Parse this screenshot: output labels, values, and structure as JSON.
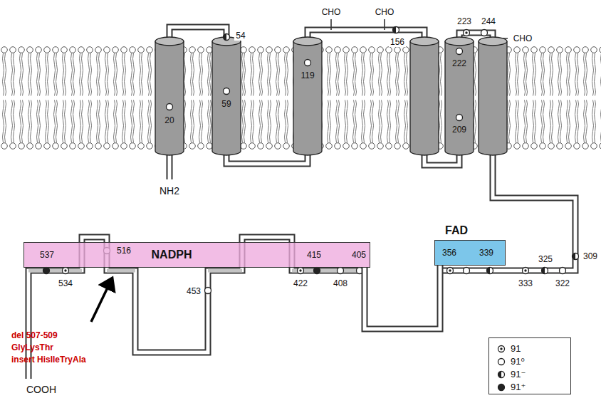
{
  "diagram": {
    "nodes": [
      {
        "text": [
          "NADPH",
          "537",
          "516",
          "415",
          "405"
        ]
      },
      {
        "text": [
          "FAD",
          "356",
          "339"
        ]
      }
    ],
    "edges": [
      {
        "from": 1,
        "to": 0,
        "arrow": "none"
      }
    ],
    "labels": [
      "CHO",
      "CHO",
      "54",
      "156",
      "119",
      "59",
      "20",
      "NH2",
      "223",
      "244",
      "CHO",
      "222",
      "209",
      "309",
      "325",
      "333",
      "322",
      "534",
      "422",
      "408",
      "453",
      "del 507-509",
      "GlyLysThr",
      "insert HisIleTryAla",
      "COOH"
    ],
    "legend": [
      {
        "text": "91"
      },
      {
        "text": "91⁰"
      },
      {
        "text": "91⁻"
      },
      {
        "text": "91⁺"
      }
    ]
  }
}
